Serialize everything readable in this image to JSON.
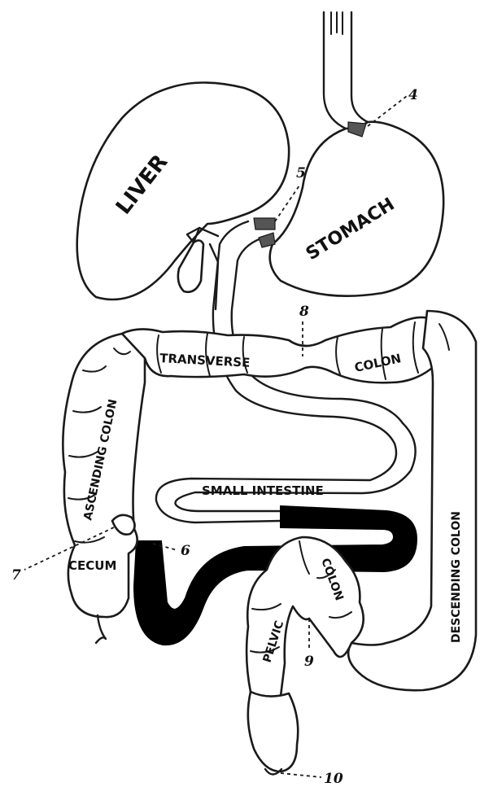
{
  "labels": {
    "liver": "LIVER",
    "stomach": "STOMACH",
    "transverse": "TRANSVERSE",
    "colon_transverse": "COLON",
    "ascending_colon": "ASCENDING COLON",
    "descending_colon": "DESCENDING COLON",
    "small_intestine": "SMALL INTESTINE",
    "cecum": "CECUM",
    "pelvic": "PELVIC",
    "colon_pelvic": "COLON"
  },
  "callouts": {
    "n4": "4",
    "n5": "5",
    "n6": "6",
    "n7": "7",
    "n8": "8",
    "n9": "9",
    "n10": "10"
  },
  "colors": {
    "ink": "#1a1a1a",
    "paper": "#ffffff",
    "filled_intestine": "#000000"
  }
}
